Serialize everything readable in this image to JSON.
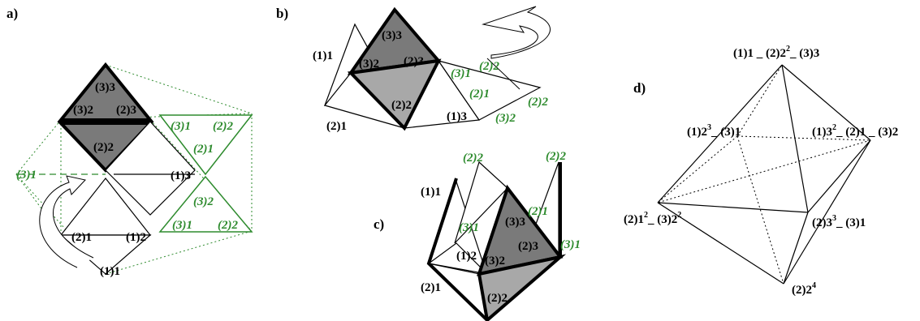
{
  "panels": {
    "a": {
      "label": "a)",
      "dark_top": [
        "(3)3",
        "(3)2",
        "(2)3"
      ],
      "dark_bottom": "(2)2",
      "green_upper": [
        "(3)1",
        "(2)2",
        "(2)1"
      ],
      "green_lower": [
        "(3)2",
        "(3)1",
        "(2)2"
      ],
      "green_left": "(3)1",
      "right_vertex": "(1)3",
      "left_mid": "(2)1",
      "right_mid": "(1)2",
      "bottom": "(1)1"
    },
    "b": {
      "label": "b)",
      "black": [
        "(1)1",
        "(3)3",
        "(3)2",
        "(2)3",
        "(2)2",
        "(2)1",
        "(1)3"
      ],
      "green": [
        "(3)1",
        "(2)2",
        "(2)1",
        "(2)2",
        "(3)2"
      ]
    },
    "c": {
      "label": "c)",
      "black": [
        "(1)1",
        "(1)2",
        "(3)3",
        "(2)3",
        "(3)2",
        "(2)1",
        "(2)2"
      ],
      "green": [
        "(2)2",
        "(2)2",
        "(3)1",
        "(2)1",
        "(3)1"
      ]
    },
    "d": {
      "label": "d)",
      "top": {
        "a": "(1)1",
        "b": "(2)2",
        "b_sup": "2",
        "c": "(3)3"
      },
      "left_back": {
        "a": "(1)2",
        "a_sup": "3",
        "b": "(3)1"
      },
      "right_back": {
        "a": "(1)3",
        "a_sup": "2",
        "b": "(2)1",
        "c": "(3)2"
      },
      "left": {
        "a": "(2)1",
        "a_sup": "2",
        "b": "(3)2",
        "b_sup": "2"
      },
      "right_front": {
        "a": "(2)3",
        "a_sup": "3",
        "b": "(3)1"
      },
      "bottom": {
        "a": "(2)2",
        "a_sup": "4"
      }
    }
  },
  "colors": {
    "dark_face": "#7a7a7a",
    "light_face": "#a8a8a8",
    "green": "#2e8b2e",
    "line": "#000000"
  }
}
